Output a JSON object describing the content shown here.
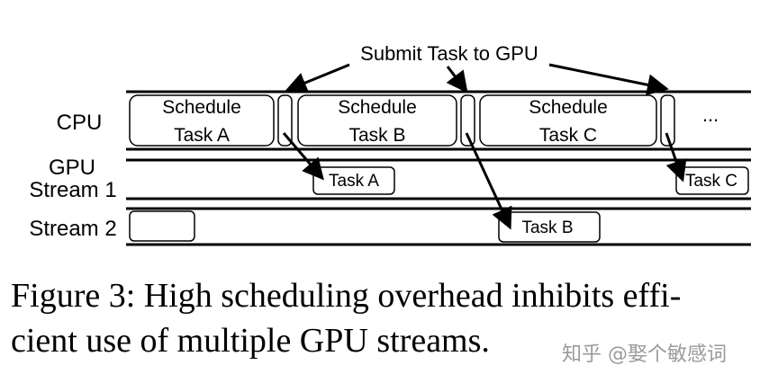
{
  "diagram": {
    "submit_label": "Submit Task to GPU",
    "rows": {
      "cpu": "CPU",
      "gpu": "GPU",
      "stream1": "Stream 1",
      "stream2": "Stream 2"
    },
    "cpu_tasks": [
      {
        "line1": "Schedule",
        "line2": "Task A"
      },
      {
        "line1": "Schedule",
        "line2": "Task B"
      },
      {
        "line1": "Schedule",
        "line2": "Task C"
      }
    ],
    "ellipsis": "...",
    "stream1_tasks": [
      "Task A",
      "Task C"
    ],
    "stream2_tasks": [
      "Task B"
    ]
  },
  "caption": {
    "line1": "Figure 3: High scheduling overhead inhibits effi-",
    "line2": "cient use of multiple GPU streams."
  },
  "watermark": "知乎 @娶个敏感词"
}
